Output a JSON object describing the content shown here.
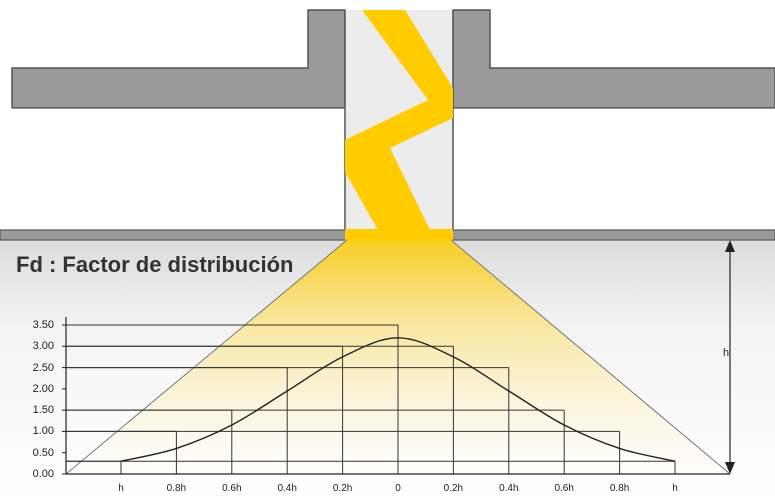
{
  "title": "Fd : Factor de distribución",
  "height_label": "h",
  "colors": {
    "wall": "#9a9a9a",
    "wall_edge": "#555555",
    "light": "#ffcc00",
    "duct": "#ececec"
  },
  "chart_data": {
    "type": "line",
    "x_labels": [
      "h",
      "0.8h",
      "0.6h",
      "0.4h",
      "0.2h",
      "0",
      "0.2h",
      "0.4h",
      "0.6h",
      "0.8h",
      "h"
    ],
    "y_labels": [
      "3.50",
      "3.00",
      "2.50",
      "2.00",
      "1.50",
      "1.00",
      "0.50",
      "0.00"
    ],
    "x": [
      -1.0,
      -0.8,
      -0.6,
      -0.4,
      -0.2,
      0.0,
      0.2,
      0.4,
      0.6,
      0.8,
      1.0
    ],
    "values": [
      0.3,
      0.6,
      1.15,
      1.95,
      2.75,
      3.2,
      2.75,
      1.95,
      1.15,
      0.6,
      0.3
    ],
    "bar_levels": [
      0.3,
      1.0,
      1.5,
      2.5,
      3.0,
      3.5,
      3.0,
      2.5,
      1.5,
      1.0,
      0.3
    ],
    "ylim": [
      0,
      3.5
    ],
    "grid": true
  }
}
